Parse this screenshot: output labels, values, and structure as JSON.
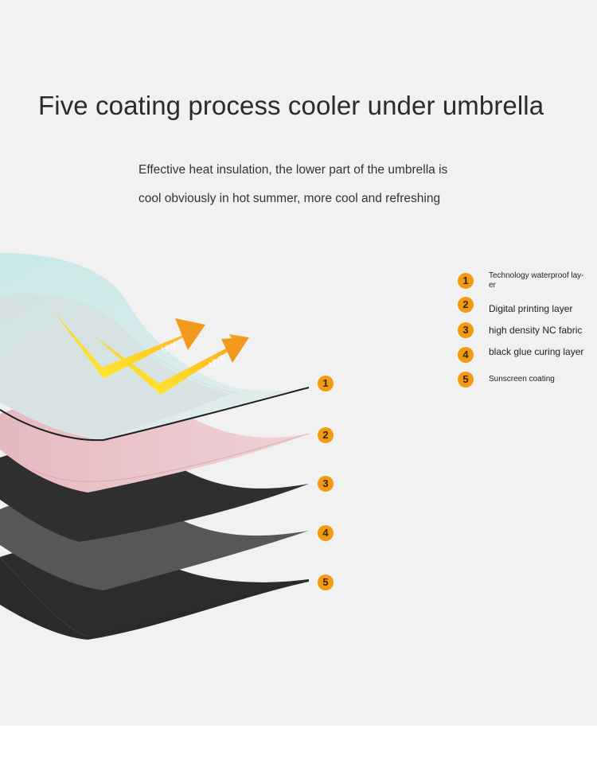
{
  "title": "Five coating process cooler under umbrella",
  "subtitle_line1": "Effective heat insulation, the lower part of the umbrella is",
  "subtitle_line2": "cool obviously in hot summer, more cool and refreshing",
  "arrows": {
    "uva": "UVA",
    "uvb": "UVB"
  },
  "layer_markers": [
    "1",
    "2",
    "3",
    "4",
    "5"
  ],
  "legend": [
    {
      "num": "1",
      "label_line1": "Technology waterproof lay-",
      "label_line2": "er"
    },
    {
      "num": "2",
      "label": "Digital printing layer"
    },
    {
      "num": "3",
      "label": "high density NC fabric"
    },
    {
      "num": "4",
      "label": "black glue curing layer"
    },
    {
      "num": "5",
      "label": "Sunscreen coating"
    }
  ],
  "colors": {
    "badge": "#f29b12",
    "arrow_orange": "#f39a1e",
    "arrow_yellow": "#ffe21a",
    "layer1": "#d2e8e8",
    "layer2": "#e9c2c7",
    "layer3": "#2e2e2e",
    "layer4": "#555555",
    "layer5": "#2c2c2c"
  }
}
